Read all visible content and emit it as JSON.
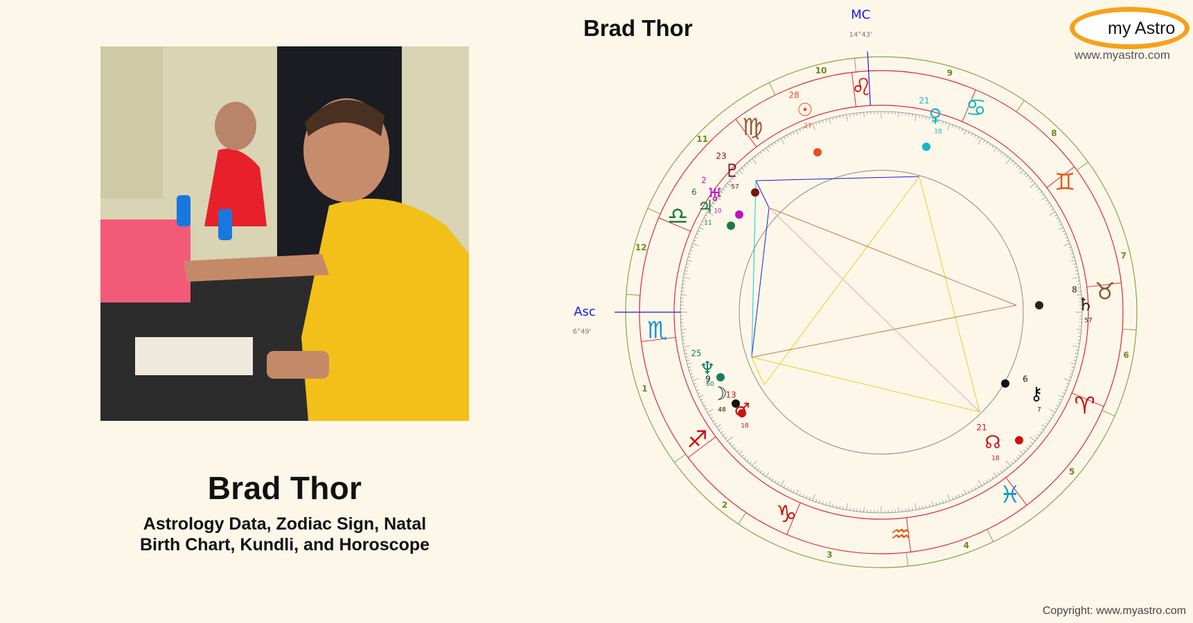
{
  "person": {
    "name": "Brad Thor",
    "subtitle_line1": "Astrology Data, Zodiac Sign, Natal",
    "subtitle_line2": "Birth Chart, Kundli, and Horoscope"
  },
  "chart": {
    "title": "Brad Thor",
    "mc_label": "MC",
    "mc_degree": "14°43'",
    "asc_label": "Asc",
    "asc_degree": "6°49'",
    "house_numbers": [
      "1",
      "2",
      "3",
      "4",
      "5",
      "6",
      "7",
      "8",
      "9",
      "10",
      "11",
      "12"
    ],
    "signs": [
      {
        "name": "leo",
        "glyph": "♌",
        "color": "#d01010"
      },
      {
        "name": "cancer",
        "glyph": "♋",
        "color": "#10b8c8"
      },
      {
        "name": "gemini",
        "glyph": "♊",
        "color": "#e0601a"
      },
      {
        "name": "taurus",
        "glyph": "♉",
        "color": "#8b5a2b"
      },
      {
        "name": "aries",
        "glyph": "♈",
        "color": "#d01010"
      },
      {
        "name": "pisces",
        "glyph": "♓",
        "color": "#1096d8"
      },
      {
        "name": "aquarius",
        "glyph": "♒",
        "color": "#e0601a"
      },
      {
        "name": "capricorn",
        "glyph": "♑",
        "color": "#d01010"
      },
      {
        "name": "sagittarius",
        "glyph": "♐",
        "color": "#d01010"
      },
      {
        "name": "scorpio",
        "glyph": "♏",
        "color": "#1096d8"
      },
      {
        "name": "libra",
        "glyph": "♎",
        "color": "#1a7a3a"
      },
      {
        "name": "virgo",
        "glyph": "♍",
        "color": "#9b5a3a"
      }
    ],
    "planets": [
      {
        "name": "sun",
        "glyph": "☉",
        "degree": "28",
        "minute": "27",
        "color": "#e8501a"
      },
      {
        "name": "venus",
        "glyph": "♀",
        "degree": "21",
        "minute": "18",
        "color": "#10b8c8"
      },
      {
        "name": "pluto",
        "glyph": "♇",
        "degree": "23",
        "minute": "57",
        "color": "#7a1010"
      },
      {
        "name": "uranus",
        "glyph": "♅",
        "degree": "2",
        "minute": "10",
        "color": "#c010c8"
      },
      {
        "name": "jupiter",
        "glyph": "♃",
        "degree": "6",
        "minute": "11",
        "color": "#1a7a3a"
      },
      {
        "name": "saturn",
        "glyph": "♄",
        "degree": "8",
        "minute": "57",
        "color": "#3a1a10"
      },
      {
        "name": "neptune",
        "glyph": "♆",
        "degree": "25",
        "minute": "60",
        "color": "#108060"
      },
      {
        "name": "moon",
        "glyph": "☽",
        "degree": "9",
        "minute": "48",
        "color": "#111111"
      },
      {
        "name": "mars",
        "glyph": "♂",
        "degree": "13",
        "minute": "18",
        "color": "#d01010"
      },
      {
        "name": "chiron",
        "glyph": "⚷",
        "degree": "6",
        "minute": "7",
        "color": "#111111"
      },
      {
        "name": "north-node",
        "glyph": "☊",
        "degree": "21",
        "minute": "18",
        "color": "#d01010"
      }
    ]
  },
  "brand": {
    "logo_text": "my Astro",
    "site": "www.myastro.com",
    "copyright": "Copyright: www.myastro.com"
  }
}
